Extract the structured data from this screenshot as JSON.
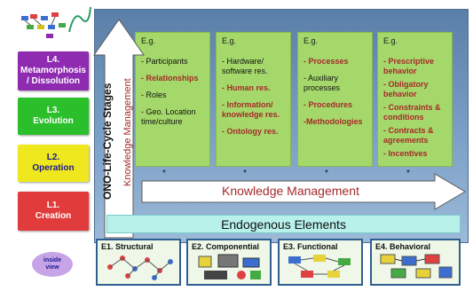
{
  "stages": [
    {
      "label": "L4.\nMetamorphosis\n/ Dissolution",
      "color": "#8e2bb0",
      "text_color": "#ffffff"
    },
    {
      "label": "L3.\nEvolution",
      "color": "#2bbf2b",
      "text_color": "#ffffff"
    },
    {
      "label": "L2.\nOperation",
      "color": "#f0e81e",
      "text_color": "#1a1a8c"
    },
    {
      "label": "L1.\nCreation",
      "color": "#e23b3b",
      "text_color": "#ffffff"
    }
  ],
  "vertical_labels": {
    "lifecycle": "ONO-Life-Cycle Stages",
    "km_vertical": "Knowledge Management"
  },
  "columns": [
    {
      "eg": "E.g.",
      "items": [
        {
          "text": "- Participants",
          "style": "black"
        },
        {
          "text": "- Relationships",
          "style": "red"
        },
        {
          "text": "- Roles",
          "style": "black"
        },
        {
          "text": "- Geo. Location time/culture",
          "style": "black"
        }
      ]
    },
    {
      "eg": "E.g.",
      "items": [
        {
          "text": "- Hardware/ software res.",
          "style": "black"
        },
        {
          "text": "- Human res.",
          "style": "red"
        },
        {
          "text": "- Information/ knowledge res.",
          "style": "red"
        },
        {
          "text": "- Ontology res.",
          "style": "red"
        }
      ]
    },
    {
      "eg": "E.g.",
      "items": [
        {
          "text": "- Processes",
          "style": "red"
        },
        {
          "text": "- Auxiliary processes",
          "style": "black"
        },
        {
          "text": "- Procedures",
          "style": "red"
        },
        {
          "text": "-Methodologies",
          "style": "red"
        }
      ]
    },
    {
      "eg": "E.g.",
      "items": [
        {
          "text": "- Prescriptive behavior",
          "style": "red"
        },
        {
          "text": "- Obligatory behavior",
          "style": "red"
        },
        {
          "text": "- Constraints & conditions",
          "style": "red"
        },
        {
          "text": "- Contracts & agreements",
          "style": "red"
        },
        {
          "text": "- Incentives",
          "style": "red"
        }
      ]
    }
  ],
  "stars": [
    "*",
    "*",
    "*",
    "*"
  ],
  "km_horizontal": "Knowledge Management",
  "endogenous": "Endogenous Elements",
  "bottom_boxes": [
    {
      "label": "E1. Structural"
    },
    {
      "label": "E2. Componential"
    },
    {
      "label": "E3. Functional"
    },
    {
      "label": "E4. Behavioral"
    }
  ],
  "inside_view": "inside\nview",
  "colors": {
    "accent_red": "#a52a2a",
    "panel_blue": "#6f93bd",
    "column_green": "#a5d86a"
  }
}
